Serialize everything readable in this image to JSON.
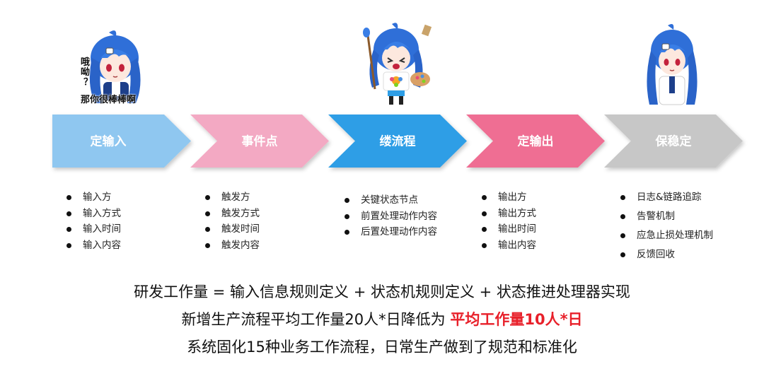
{
  "mascots": [
    {
      "name": "mascot-thinking",
      "caption": [
        "哦",
        "呦",
        "？",
        "那你很棒棒啊"
      ]
    },
    {
      "name": "mascot-painter"
    },
    {
      "name": "mascot-calm"
    }
  ],
  "steps": [
    {
      "label": "定输入",
      "color": "#8fc7f0",
      "items": [
        "输入方",
        "输入方式",
        "输入时间",
        "输入内容"
      ]
    },
    {
      "label": "事件点",
      "color": "#f3a9c3",
      "items": [
        "触发方",
        "触发方式",
        "触发时间",
        "触发内容"
      ]
    },
    {
      "label": "缕流程",
      "color": "#2e9ee6",
      "items": [
        "关键状态节点",
        "前置处理动作内容",
        "后置处理动作内容"
      ]
    },
    {
      "label": "定输出",
      "color": "#ef6e93",
      "items": [
        "输出方",
        "输出方式",
        "输出时间",
        "输出内容"
      ]
    },
    {
      "label": "保稳定",
      "color": "#c7c7c7",
      "items": [
        "日志&链路追踪",
        "告警机制",
        "应急止损处理机制",
        "反馈回收"
      ]
    }
  ],
  "summary": {
    "line1": "研发工作量 = 输入信息规则定义  +  状态机规则定义 + 状态推进处理器实现",
    "line2_prefix": "新增生产流程平均工作量20人*日降低为 ",
    "line2_highlight": "平均工作量10人*日",
    "line3": "系统固化15种业务工作流程，日常生产做到了规范和标准化"
  }
}
